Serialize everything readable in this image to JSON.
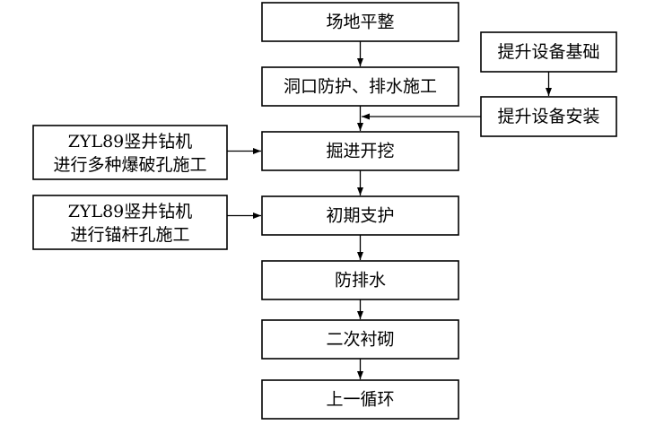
{
  "flowchart": {
    "steps": {
      "site_leveling": "场地平整",
      "portal_protection": "洞口防护、排水施工",
      "excavation": "掘进开挖",
      "initial_support": "初期支护",
      "waterproofing": "防排水",
      "secondary_lining": "二次衬砌",
      "next_cycle": "上一循环"
    },
    "hoist": {
      "foundation": "提升设备基础",
      "installation": "提升设备安装"
    },
    "drill_blast": {
      "line1": "ZYL89竖井钻机",
      "line2": "进行多种爆破孔施工"
    },
    "drill_anchor": {
      "line1": "ZYL89竖井钻机",
      "line2": "进行锚杆孔施工"
    }
  }
}
